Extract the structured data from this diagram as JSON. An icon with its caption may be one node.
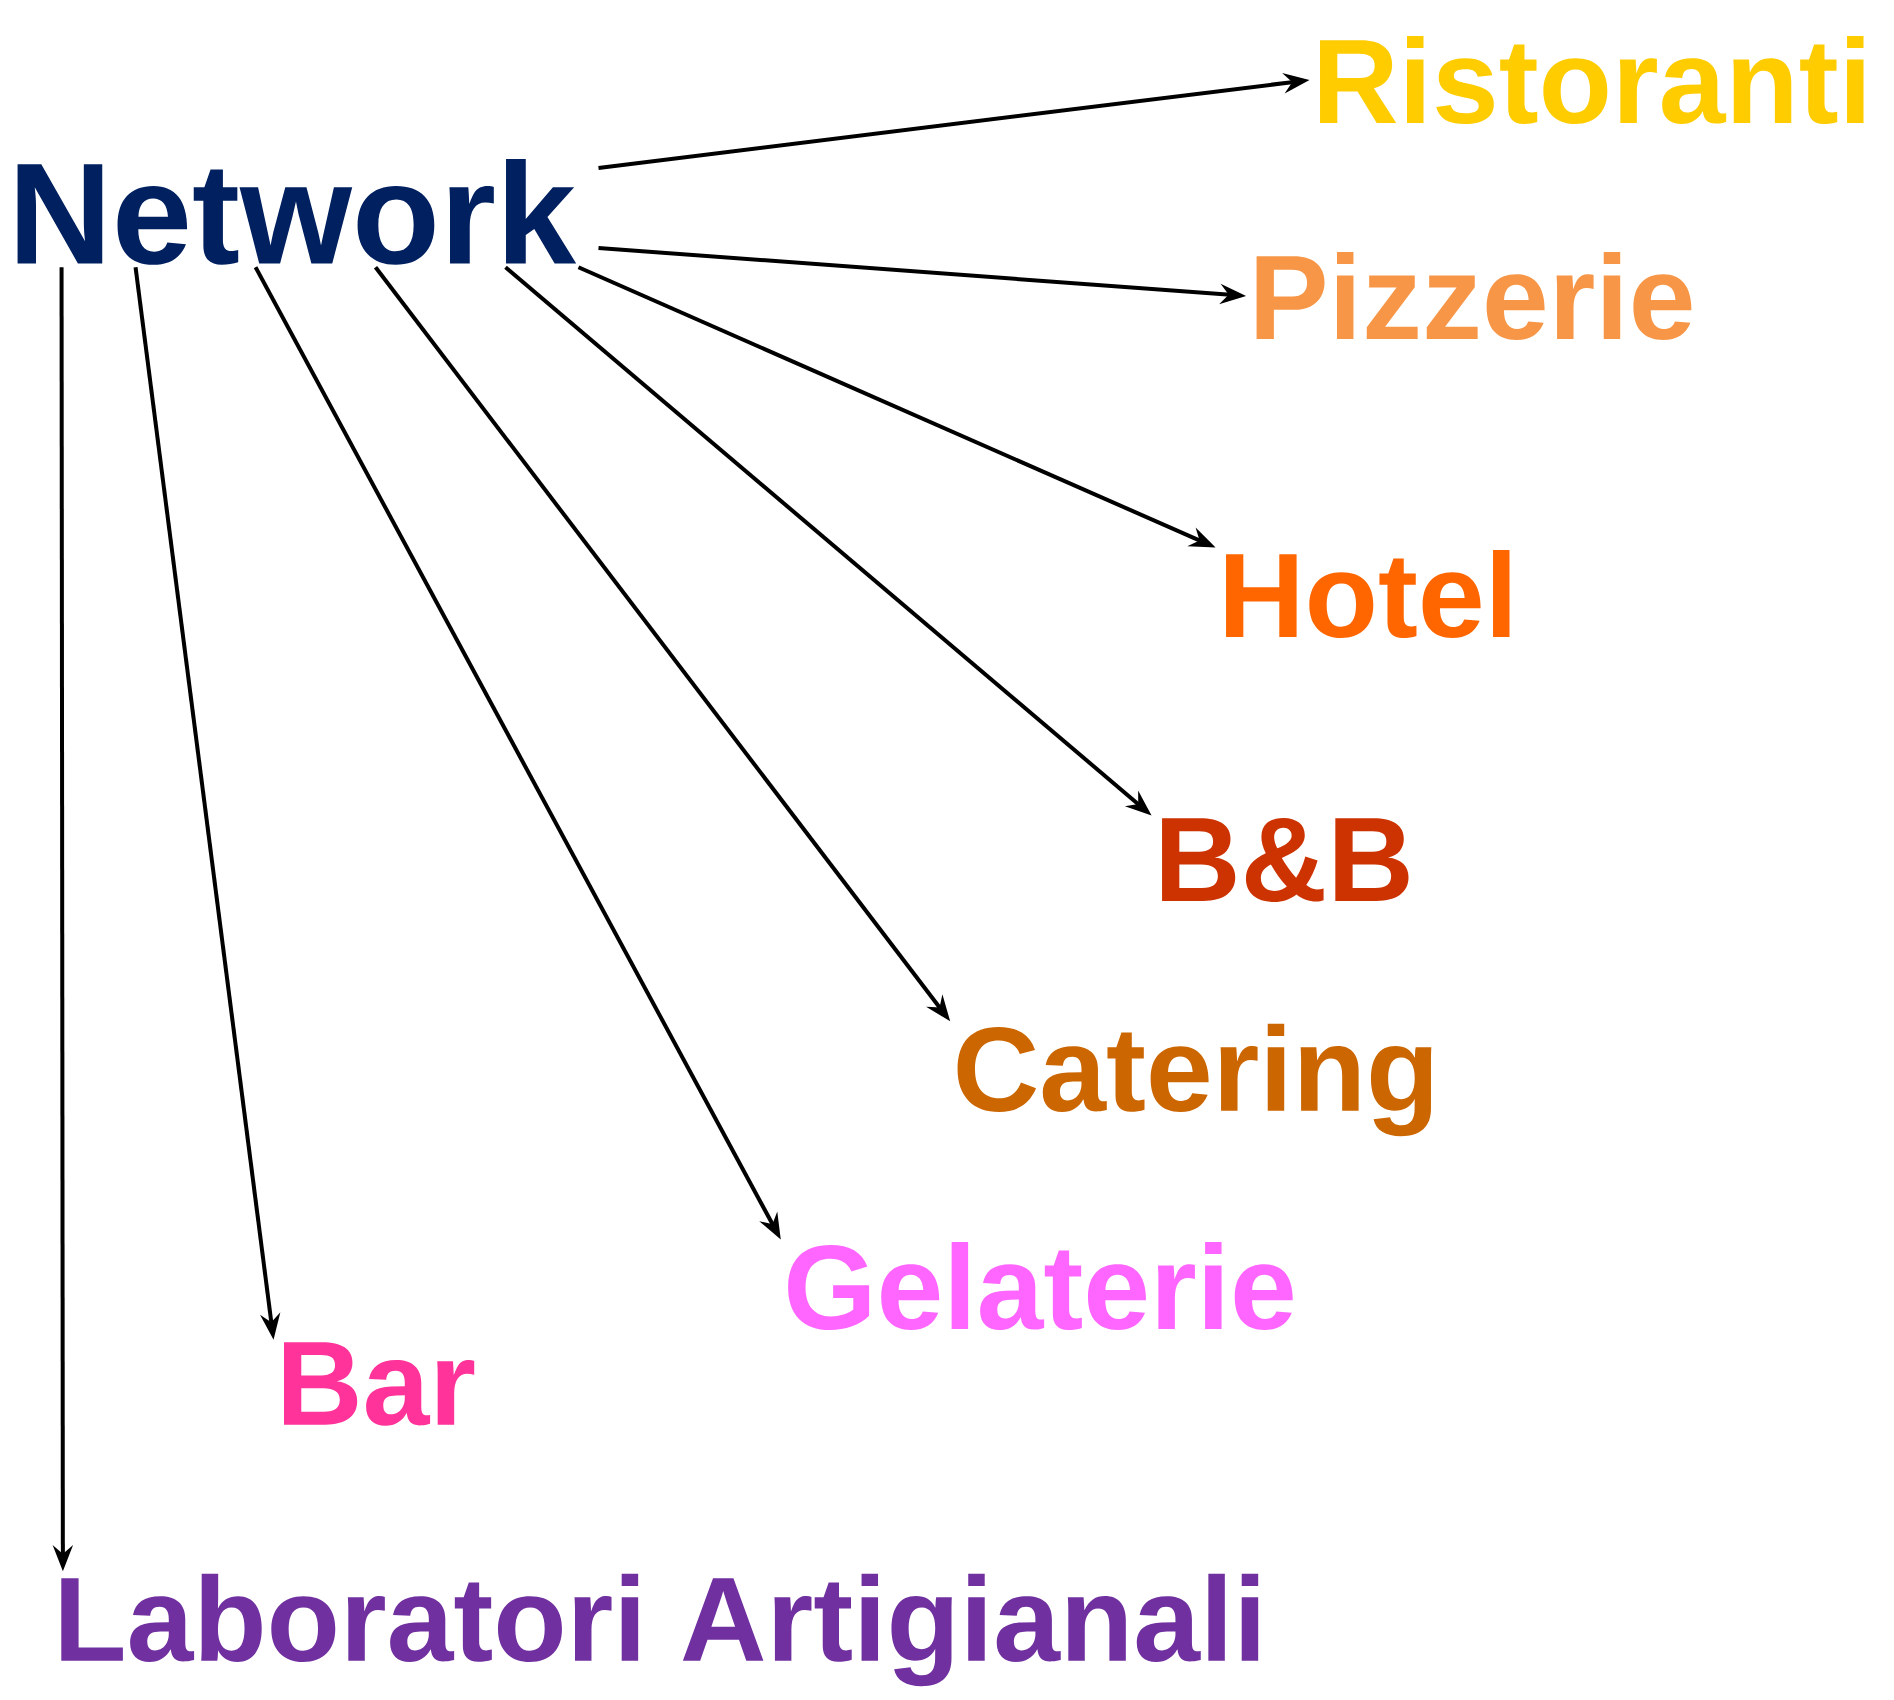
{
  "diagram": {
    "nodes": [
      {
        "text": [
          "Network"
        ]
      },
      {
        "text": [
          "Ristoranti"
        ]
      },
      {
        "text": [
          "Pizzerie"
        ]
      },
      {
        "text": [
          "Hotel"
        ]
      },
      {
        "text": [
          "B&B"
        ]
      },
      {
        "text": [
          "Catering"
        ]
      },
      {
        "text": [
          "Gelaterie"
        ]
      },
      {
        "text": [
          "Bar"
        ]
      },
      {
        "text": [
          "Laboratori Artigianali"
        ]
      }
    ],
    "edges": [
      {
        "from": 0,
        "to": 1,
        "arrow": "to"
      },
      {
        "from": 0,
        "to": 2,
        "arrow": "to"
      },
      {
        "from": 0,
        "to": 3,
        "arrow": "to"
      },
      {
        "from": 0,
        "to": 4,
        "arrow": "to"
      },
      {
        "from": 0,
        "to": 5,
        "arrow": "to"
      },
      {
        "from": 0,
        "to": 6,
        "arrow": "to"
      },
      {
        "from": 0,
        "to": 7,
        "arrow": "to"
      },
      {
        "from": 0,
        "to": 8,
        "arrow": "to"
      }
    ]
  }
}
